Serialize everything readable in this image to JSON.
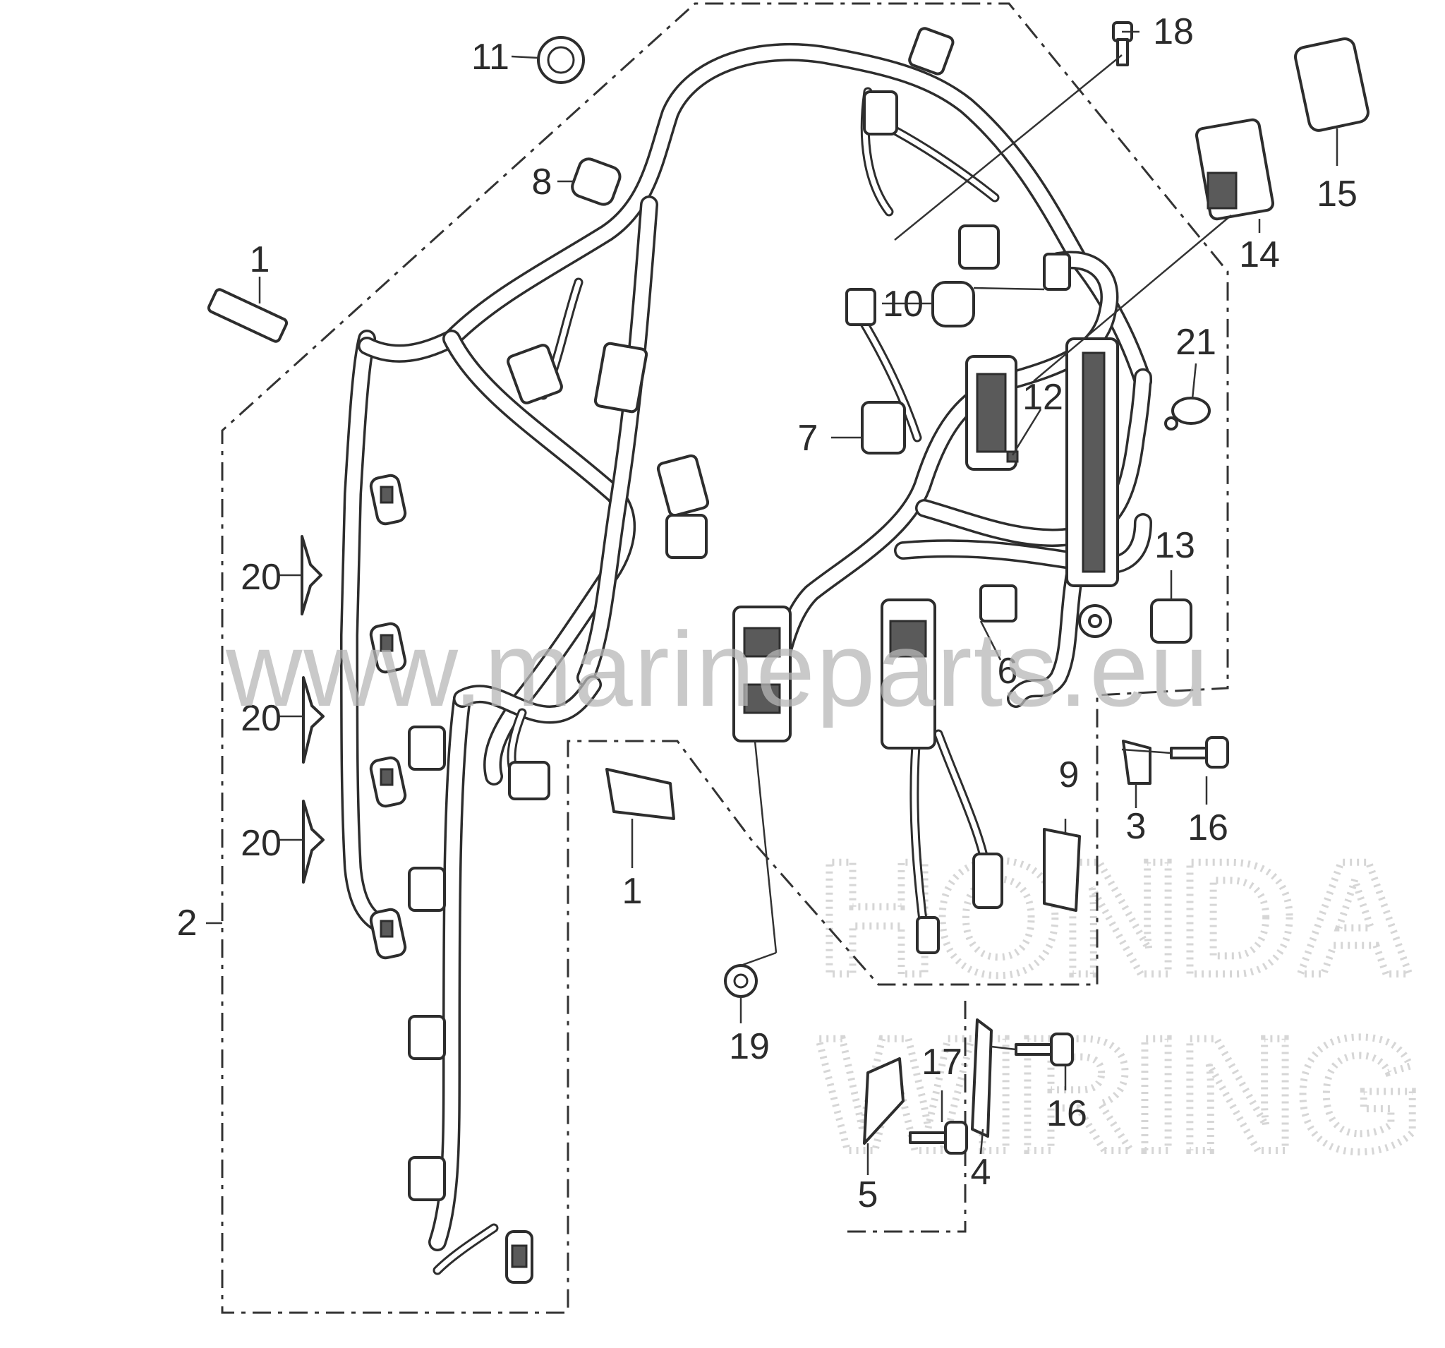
{
  "watermark": {
    "url_text": "www.marineparts.eu",
    "brand_line_1": "HONDA",
    "brand_line_2": "WIRING"
  },
  "callouts": [
    {
      "id": "c1a",
      "text": "1"
    },
    {
      "id": "c1b",
      "text": "1"
    },
    {
      "id": "c2",
      "text": "2"
    },
    {
      "id": "c3",
      "text": "3"
    },
    {
      "id": "c4",
      "text": "4"
    },
    {
      "id": "c5",
      "text": "5"
    },
    {
      "id": "c6",
      "text": "6"
    },
    {
      "id": "c7",
      "text": "7"
    },
    {
      "id": "c8",
      "text": "8"
    },
    {
      "id": "c9",
      "text": "9"
    },
    {
      "id": "c10",
      "text": "10"
    },
    {
      "id": "c11",
      "text": "11"
    },
    {
      "id": "c12",
      "text": "12"
    },
    {
      "id": "c13",
      "text": "13"
    },
    {
      "id": "c14",
      "text": "14"
    },
    {
      "id": "c15",
      "text": "15"
    },
    {
      "id": "c16a",
      "text": "16"
    },
    {
      "id": "c16b",
      "text": "16"
    },
    {
      "id": "c17",
      "text": "17"
    },
    {
      "id": "c18",
      "text": "18"
    },
    {
      "id": "c19",
      "text": "19"
    },
    {
      "id": "c20a",
      "text": "20"
    },
    {
      "id": "c20b",
      "text": "20"
    },
    {
      "id": "c20c",
      "text": "20"
    },
    {
      "id": "c21",
      "text": "21"
    }
  ]
}
